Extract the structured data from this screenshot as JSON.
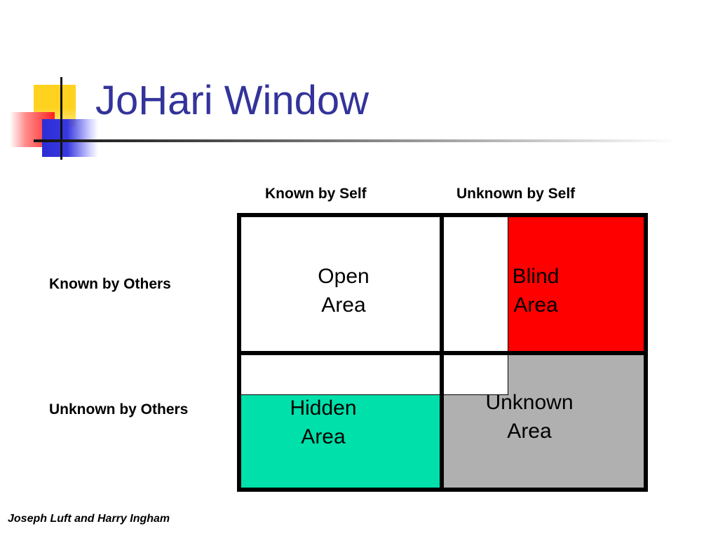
{
  "slide": {
    "title": "JoHari Window",
    "footer": "Joseph Luft and Harry Ingham"
  },
  "columns": {
    "known_self": "Known by Self",
    "unknown_self": "Unknown by Self"
  },
  "rows": {
    "known_others": "Known by Others",
    "unknown_others": "Unknown by Others"
  },
  "areas": {
    "open": {
      "line1": "Open",
      "line2": "Area",
      "color": "#ffffff"
    },
    "blind": {
      "line1": "Blind",
      "line2": "Area",
      "color": "#ff0000"
    },
    "hidden": {
      "line1": "Hidden",
      "line2": "Area",
      "color": "#00e0aa"
    },
    "unknown": {
      "line1": "Unknown",
      "line2": "Area",
      "color": "#b0b0b0"
    }
  },
  "colors": {
    "title": "#33339b",
    "grid_border": "#000000"
  }
}
